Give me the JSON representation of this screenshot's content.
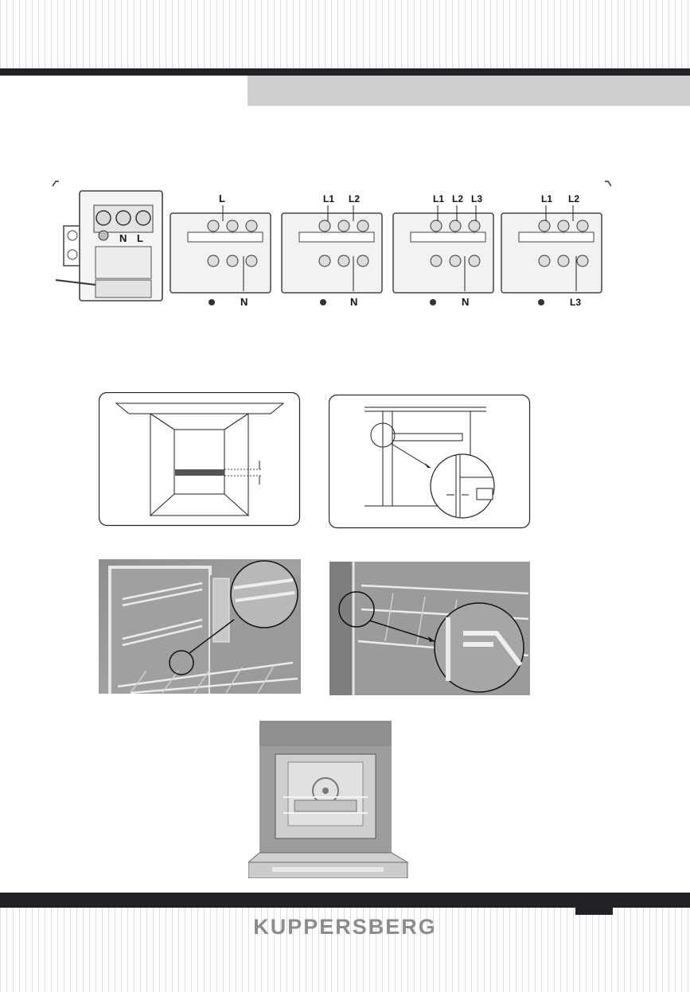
{
  "brand": {
    "name": "KUPPERSBERG"
  },
  "wiring": {
    "terminal_box_labels": {
      "neutral": "N",
      "live": "L"
    },
    "single_phase": {
      "top": "L",
      "bottom": "N"
    },
    "two_phase": {
      "top": [
        "L1",
        "L2"
      ],
      "bottom": "N"
    },
    "three_phase_neutral": {
      "top": [
        "L1",
        "L2",
        "L3"
      ],
      "bottom": "N"
    },
    "three_phase": {
      "top": [
        "L1",
        "L2"
      ],
      "bottom": "L3"
    }
  },
  "colors": {
    "bar": "#222226",
    "header_box": "#cfcfd0",
    "brand_text": "#8c8c8f"
  }
}
